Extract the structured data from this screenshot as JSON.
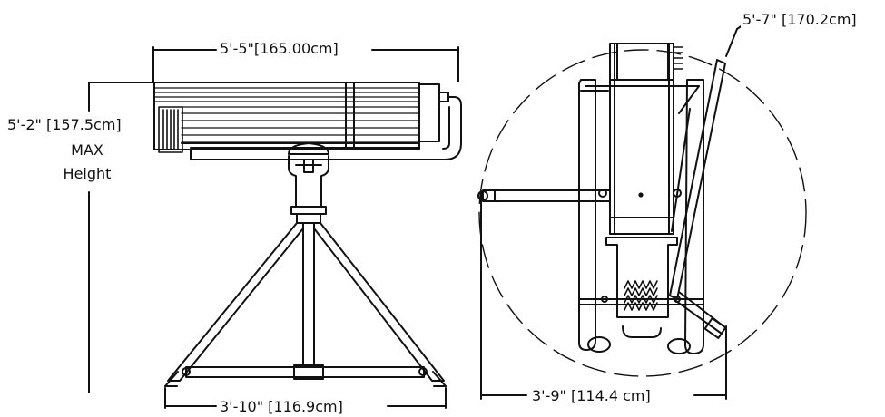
{
  "dimensions": {
    "side_width": "5'-5\"[165.00cm]",
    "max_height": "5'-2\"  [157.5cm]",
    "max_height_caption_1": "MAX",
    "max_height_caption_2": "Height",
    "base_width": "3'-10\" [116.9cm]",
    "top_diameter": "5'-7\" [170.2cm]",
    "top_width": "3'-9\" [114.4 cm]"
  },
  "colors": {
    "line": "#111111",
    "background": "#ffffff"
  }
}
